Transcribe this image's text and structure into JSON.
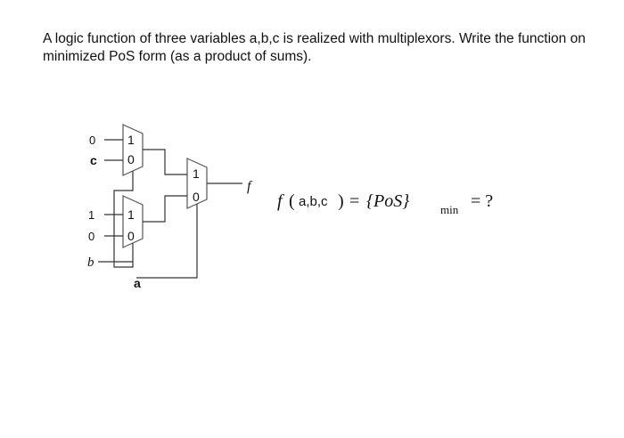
{
  "question": "A logic function of three variables a,b,c is realized with multiplexors. Write the function on minimized PoS form (as a product of sums).",
  "circuit": {
    "mux1": {
      "in_left_top": "0",
      "in_left_bottom": "c",
      "port_top": "1",
      "port_bottom": "0"
    },
    "mux2": {
      "in_left_top": "1",
      "in_left_bottom": "0",
      "port_top": "1",
      "port_bottom": "0"
    },
    "mux3": {
      "port_top": "1",
      "port_bottom": "0"
    },
    "select_b": "b",
    "select_a": "a",
    "output": "f"
  },
  "equation": {
    "f": "f",
    "open_paren": "(",
    "args": "a,b,c",
    "close_paren": ")",
    "equals": "=",
    "set": "{PoS}",
    "subscript": "min",
    "tail": "= ?"
  }
}
